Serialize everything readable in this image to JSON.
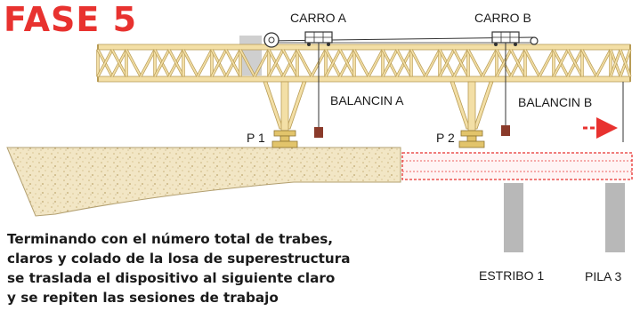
{
  "title": "FASE 5",
  "labels": {
    "carro_a": "CARRO A",
    "carro_b": "CARRO B",
    "balancin_a": "BALANCIN A",
    "balancin_b": "BALANCIN B",
    "p1": "P 1",
    "p2": "P 2",
    "estribo": "ESTRIBO 1",
    "pila": "PILA 3"
  },
  "caption": [
    "Terminando con el número total de trabes,",
    "claros y colado de la losa de superestructura",
    "se traslada el dispositivo al siguiente claro",
    "y se repiten las sesiones de trabajo"
  ],
  "colors": {
    "title": "#e8322f",
    "truss": "#f3dfa6",
    "truss_stroke": "#b89c55",
    "ground": "#f2e6c5",
    "pier": "#b8b8b8",
    "arrow": "#e8322f",
    "weight": "#8a3a2a"
  }
}
